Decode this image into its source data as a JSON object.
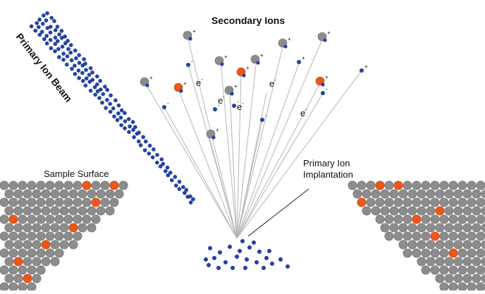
{
  "diagram": {
    "title": "Secondary Ions",
    "labels": {
      "beam": "Primary Ion Beam",
      "surface": "Sample Surface",
      "implant_line1": "Primary Ion",
      "implant_line2": "Implantation"
    },
    "symbols": {
      "electron": "e",
      "minus": "-",
      "plus": "+"
    },
    "colors": {
      "atom_gray": "#8c8c8c",
      "atom_outline": "#6e6e6e",
      "dopant_orange": "#e8581c",
      "primary_ion_blue": "#2244aa",
      "trajectory_line": "#b5b5b5",
      "text": "#111111"
    }
  }
}
